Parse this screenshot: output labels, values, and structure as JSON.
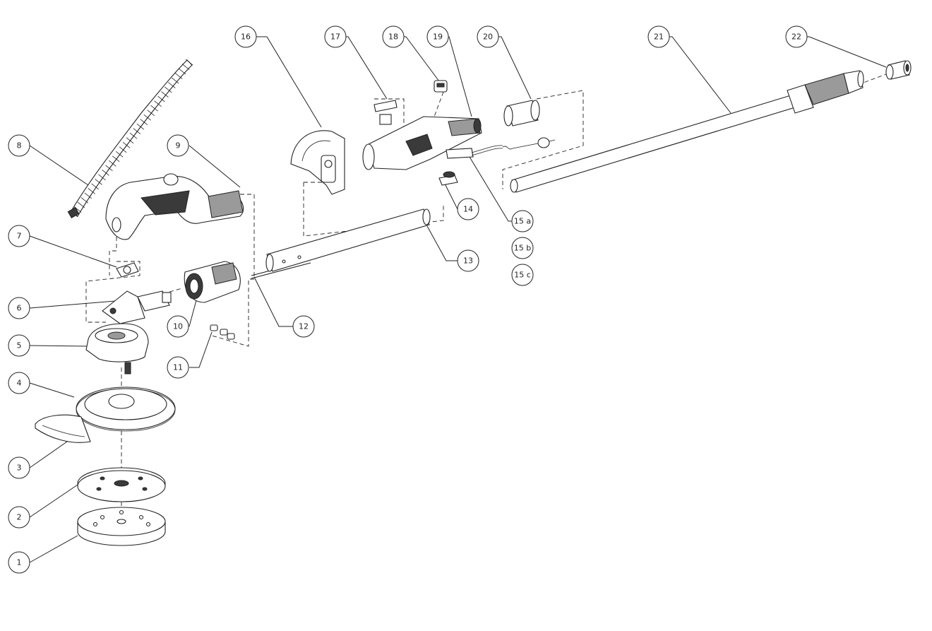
{
  "callouts": [
    {
      "id": "1",
      "label": "1"
    },
    {
      "id": "2",
      "label": "2"
    },
    {
      "id": "3",
      "label": "3"
    },
    {
      "id": "4",
      "label": "4"
    },
    {
      "id": "5",
      "label": "5"
    },
    {
      "id": "6",
      "label": "6"
    },
    {
      "id": "7",
      "label": "7"
    },
    {
      "id": "8",
      "label": "8"
    },
    {
      "id": "9",
      "label": "9"
    },
    {
      "id": "10",
      "label": "10"
    },
    {
      "id": "11",
      "label": "11"
    },
    {
      "id": "12",
      "label": "12"
    },
    {
      "id": "13",
      "label": "13"
    },
    {
      "id": "14",
      "label": "14"
    },
    {
      "id": "15a",
      "label": "15 a"
    },
    {
      "id": "15b",
      "label": "15 b"
    },
    {
      "id": "15c",
      "label": "15 c"
    },
    {
      "id": "16",
      "label": "16"
    },
    {
      "id": "17",
      "label": "17"
    },
    {
      "id": "18",
      "label": "18"
    },
    {
      "id": "19",
      "label": "19"
    },
    {
      "id": "20",
      "label": "20"
    },
    {
      "id": "21",
      "label": "21"
    },
    {
      "id": "22",
      "label": "22"
    }
  ]
}
